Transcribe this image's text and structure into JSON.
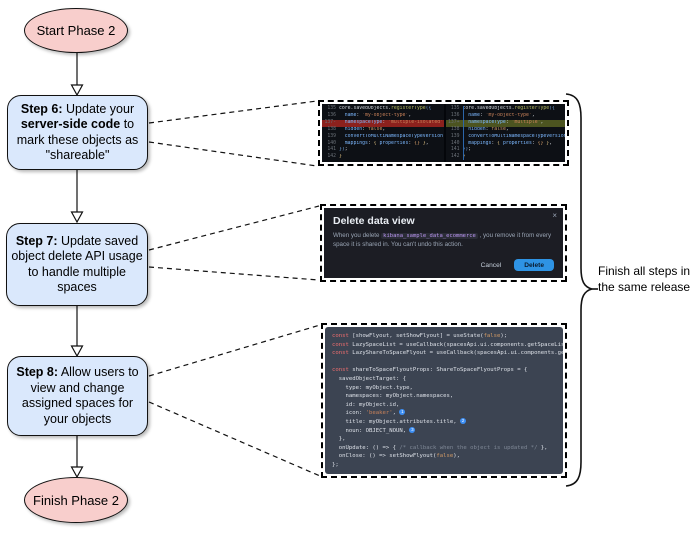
{
  "flowchart": {
    "start": {
      "label": "Start Phase 2"
    },
    "step6": {
      "b1": "Step 6:",
      "t1": " Update your ",
      "b2": "server-side code",
      "t2": " to mark these objects as \"shareable\""
    },
    "step7": {
      "b1": "Step 7:",
      "t1": " Update saved object delete API usage to handle multiple spaces"
    },
    "step8": {
      "b1": "Step 8:",
      "t1": " Allow users to view and change assigned spaces for your objects"
    },
    "finish": {
      "label": "Finish Phase 2"
    },
    "note": {
      "text": "Finish all steps in the same release!"
    }
  },
  "diff": {
    "left": [
      {
        "n": "135",
        "t": [
          [
            "def",
            "core.savedObjects."
          ],
          [
            "fn",
            "registerType"
          ],
          [
            "pb",
            "({"
          ]
        ]
      },
      {
        "n": "136",
        "t": [
          [
            "prop",
            "  name"
          ],
          [
            "def",
            ": "
          ],
          [
            "str",
            "'my-object-type'"
          ],
          [
            "def",
            ","
          ]
        ]
      },
      {
        "n": "137-",
        "hl": "del",
        "t": [
          [
            "prop",
            "  namespaceType"
          ],
          [
            "def",
            ": "
          ],
          [
            "str",
            "'multiple-isolated'"
          ],
          [
            "def",
            ","
          ]
        ]
      },
      {
        "n": "138",
        "t": [
          [
            "prop",
            "  hidden"
          ],
          [
            "def",
            ": "
          ],
          [
            "bool",
            "false"
          ],
          [
            "def",
            ","
          ]
        ]
      },
      {
        "n": "139",
        "t": [
          [
            "prop",
            "  convertToMultiNamespaceTypeVersion"
          ],
          [
            "def",
            ": "
          ],
          [
            "str",
            "'"
          ]
        ]
      },
      {
        "n": "140",
        "t": [
          [
            "prop",
            "  mappings"
          ],
          [
            "def",
            ": "
          ],
          [
            "gb",
            "{ "
          ],
          [
            "prop",
            "properties"
          ],
          [
            "def",
            ": "
          ],
          [
            "bool",
            "{}"
          ],
          [
            "gb",
            " }"
          ],
          [
            "def",
            ","
          ]
        ]
      },
      {
        "n": "141",
        "t": [
          [
            "pb",
            "})"
          ],
          [
            "def",
            ";"
          ]
        ]
      },
      {
        "n": "142",
        "t": [
          [
            "gb",
            "}"
          ]
        ]
      }
    ],
    "right": [
      {
        "n": "135",
        "t": [
          [
            "def",
            "core.savedObjects."
          ],
          [
            "fn",
            "registerType"
          ],
          [
            "pb",
            "({"
          ]
        ]
      },
      {
        "n": "136",
        "t": [
          [
            "prop",
            "  name"
          ],
          [
            "def",
            ": "
          ],
          [
            "str",
            "'my-object-type'"
          ],
          [
            "def",
            ","
          ]
        ]
      },
      {
        "n": "137+",
        "hl": "add",
        "t": [
          [
            "prop",
            "  namespaceType"
          ],
          [
            "def",
            ": "
          ],
          [
            "str",
            "'multiple'"
          ],
          [
            "def",
            ","
          ]
        ]
      },
      {
        "n": "138",
        "t": [
          [
            "prop",
            "  hidden"
          ],
          [
            "def",
            ": "
          ],
          [
            "bool",
            "false"
          ],
          [
            "def",
            ","
          ]
        ]
      },
      {
        "n": "139",
        "t": [
          [
            "prop",
            "  convertToMultiNamespaceTypeVersion"
          ],
          [
            "def",
            ": "
          ],
          [
            "str",
            "'"
          ]
        ]
      },
      {
        "n": "140",
        "t": [
          [
            "prop",
            "  mappings"
          ],
          [
            "def",
            ": "
          ],
          [
            "gb",
            "{ "
          ],
          [
            "prop",
            "properties"
          ],
          [
            "def",
            ": "
          ],
          [
            "bool",
            "{}"
          ],
          [
            "gb",
            " }"
          ],
          [
            "def",
            ","
          ]
        ]
      },
      {
        "n": "141",
        "t": [
          [
            "pb",
            "})"
          ],
          [
            "def",
            ";"
          ]
        ]
      },
      {
        "n": "142",
        "t": [
          [
            "gb",
            "}"
          ]
        ]
      }
    ]
  },
  "modal": {
    "title": "Delete data view",
    "close_icon": "×",
    "body_t1": "When you delete ",
    "body_code": "kibana_sample_data_ecommerce",
    "body_t2": " , you remove it from every space it is shared in. You can't undo this action.",
    "cancel_label": "Cancel",
    "delete_label": "Delete"
  },
  "code3": [
    {
      "t": [
        [
          "kw",
          "const"
        ],
        [
          "def",
          " [showFlyout, setShowFlyout] = useState("
        ],
        [
          "bool",
          "false"
        ],
        [
          "def",
          ");"
        ]
      ]
    },
    {
      "t": [
        [
          "kw",
          "const"
        ],
        [
          "def",
          " LazySpaceList = useCallback(spacesApi.ui.components.getSpaceLis"
        ]
      ]
    },
    {
      "t": [
        [
          "kw",
          "const"
        ],
        [
          "def",
          " LazyShareToSpaceFlyout = useCallback(spacesApi.ui.components.ge"
        ]
      ]
    },
    {
      "t": []
    },
    {
      "t": [
        [
          "kw",
          "const"
        ],
        [
          "def",
          " shareToSpaceFlyoutProps: ShareToSpaceFlyoutProps = {"
        ]
      ]
    },
    {
      "t": [
        [
          "def",
          "  savedObjectTarget: {"
        ]
      ]
    },
    {
      "t": [
        [
          "def",
          "    type: myObject.type,"
        ]
      ]
    },
    {
      "t": [
        [
          "def",
          "    namespaces: myObject.namespaces,"
        ]
      ]
    },
    {
      "t": [
        [
          "def",
          "    id: myObject.id,"
        ]
      ]
    },
    {
      "t": [
        [
          "def",
          "    icon: "
        ],
        [
          "str",
          "'beaker'"
        ],
        [
          "def",
          ", "
        ],
        [
          "badge",
          "1"
        ]
      ]
    },
    {
      "t": [
        [
          "def",
          "    title: myObject.attributes.title, "
        ],
        [
          "badge",
          "2"
        ]
      ]
    },
    {
      "t": [
        [
          "def",
          "    noun: OBJECT_NOUN, "
        ],
        [
          "badge",
          "3"
        ]
      ]
    },
    {
      "t": [
        [
          "def",
          "  },"
        ]
      ]
    },
    {
      "t": [
        [
          "def",
          "  onUpdate: () => { "
        ],
        [
          "cmt",
          "/* callback when the object is updated */"
        ],
        [
          "def",
          " },"
        ]
      ]
    },
    {
      "t": [
        [
          "def",
          "  onClose: () => setShowFlyout("
        ],
        [
          "bool",
          "false"
        ],
        [
          "def",
          "),"
        ]
      ]
    },
    {
      "t": [
        [
          "def",
          "};"
        ]
      ]
    }
  ],
  "colors": {
    "terminator_fill": "#f8cecc",
    "step_fill": "#dae8fc",
    "diff_removed_bg": "#8c211d",
    "diff_added_bg": "#4c5420",
    "delete_button": "#2e93e4",
    "annotation_badge": "#3d8ff5",
    "modal_bg": "#1c1d24",
    "editor_bg": "#0d1015",
    "codeblock_bg": "#3c4452"
  }
}
